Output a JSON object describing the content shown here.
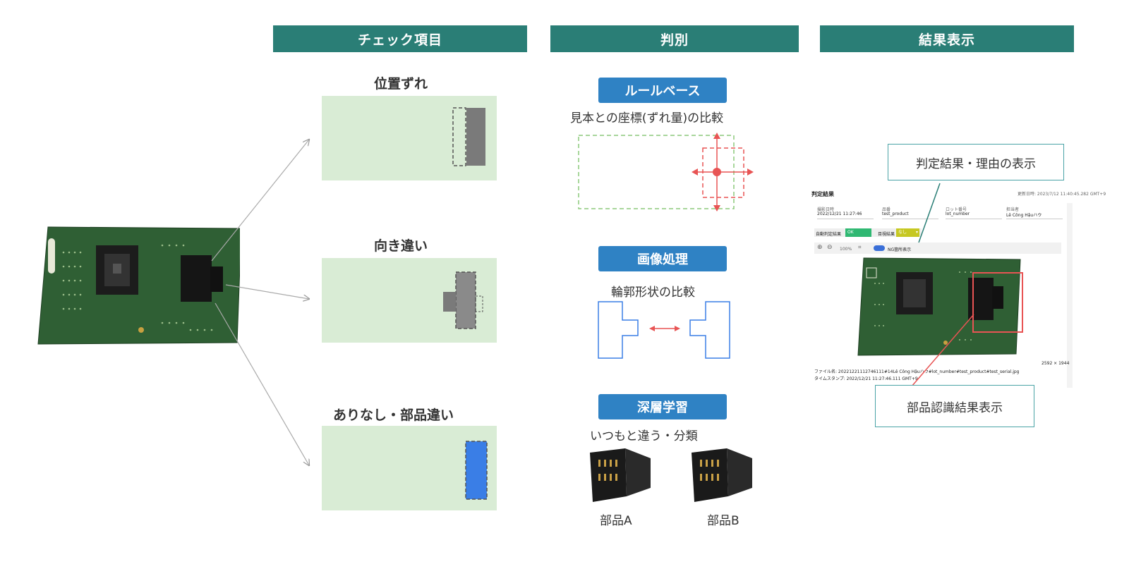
{
  "headers": {
    "check": "チェック項目",
    "judge": "判別",
    "result": "結果表示"
  },
  "check_items": [
    {
      "title": "位置ずれ"
    },
    {
      "title": "向き違い"
    },
    {
      "title": "ありなし・部品違い"
    }
  ],
  "methods": [
    {
      "badge": "ルールベース",
      "desc": "見本との座標(ずれ量)の比較"
    },
    {
      "badge": "画像処理",
      "desc": "輪郭形状の比較"
    },
    {
      "badge": "深層学習",
      "desc": "いつもと違う・分類"
    }
  ],
  "parts": {
    "a": "部品A",
    "b": "部品B"
  },
  "callouts": {
    "judgement": "判定結果・理由の表示",
    "recognition": "部品認識結果表示"
  },
  "screen": {
    "title": "判定結果",
    "updated": "更新日時: 2023/7/12 11:40:45.282 GMT+9",
    "fields": [
      {
        "label": "撮影日時",
        "value": "2022/12/21 11:27:46"
      },
      {
        "label": "品番",
        "value": "test_product"
      },
      {
        "label": "ロット番号",
        "value": "lot_number"
      },
      {
        "label": "担当者",
        "value": "Lê Công Hậuハウ"
      }
    ],
    "auto_label": "自動判定結果",
    "auto_value": "OK",
    "visual_label": "目視結果",
    "visual_value": "なし",
    "zoom": "100%",
    "ng_toggle": "NG箇所表示",
    "dimensions": "2592 × 1944",
    "filename": "ファイル名: 20221221112746111#14Lê Công Hậuハウ#lot_number#test_product#test_serial.jpg",
    "timestamp": "タイムスタンプ: 2022/12/21 11:27:46.111 GMT+9"
  },
  "colors": {
    "header_bg": "#2a7e76",
    "badge_bg": "#2f82c4",
    "panel_bg": "#d9ecd5",
    "accent_red": "#e85454",
    "callout_border": "#4aa3a6"
  }
}
